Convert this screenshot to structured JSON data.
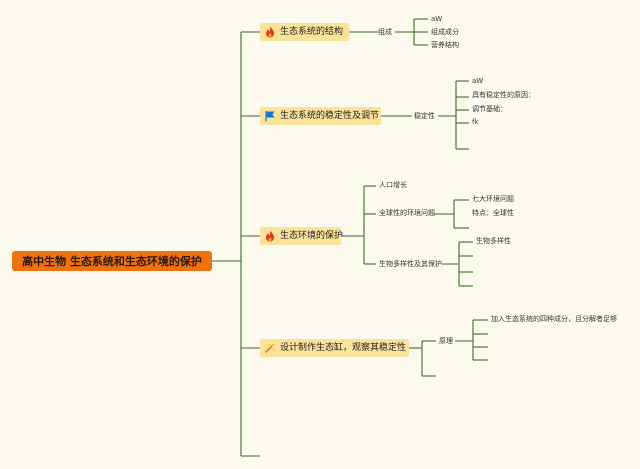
{
  "root": {
    "label": "高中生物 生态系统和生态环境的保护"
  },
  "topics": [
    {
      "label": "生态系统的结构",
      "icon": "fire-icon",
      "children": [
        {
          "label": "组成",
          "children": [
            "aW",
            "组成成分",
            "营养结构"
          ]
        }
      ]
    },
    {
      "label": "生态系统的稳定性及调节",
      "icon": "flag-icon",
      "children": [
        {
          "label": "稳定性",
          "children": [
            "aW",
            "具有稳定性的原因：",
            "调节基础：",
            "fk",
            ""
          ]
        }
      ]
    },
    {
      "label": "生态环境的保护",
      "icon": "fire-icon",
      "children": [
        {
          "label": "人口增长",
          "children": []
        },
        {
          "label": "全球性的环境问题",
          "children": [
            "七大环境问题",
            "特点：全球性"
          ]
        },
        {
          "label": "生物多样性及其保护",
          "children": [
            "生物多样性",
            "",
            "",
            ""
          ]
        }
      ]
    },
    {
      "label": "设计制作生态缸，观察其稳定性",
      "icon": "wand-icon",
      "children": [
        {
          "label": "原理",
          "children": [
            "加入生态系统的四种成分，且分解者足够",
            "",
            "",
            ""
          ]
        }
      ]
    },
    {
      "label": "",
      "icon": "",
      "children": []
    }
  ],
  "colors": {
    "background": "#fcf9ee",
    "connector": "#3d6b2c",
    "root_fill": "#f0720f",
    "topic_fill": "#fbe29a",
    "fire_icon": "#e8331c",
    "flag_icon": "#1a73d9",
    "wand_icon": "#d9822b"
  }
}
